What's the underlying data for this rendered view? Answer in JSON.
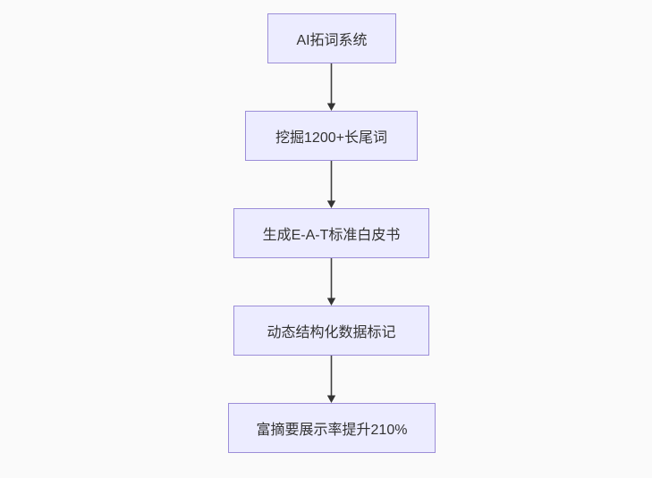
{
  "diagram": {
    "type": "flowchart",
    "direction": "top-down",
    "nodes": [
      {
        "id": "n1",
        "label": "AI拓词系统"
      },
      {
        "id": "n2",
        "label": "挖掘1200+长尾词"
      },
      {
        "id": "n3",
        "label": "生成E-A-T标准白皮书"
      },
      {
        "id": "n4",
        "label": "动态结构化数据标记"
      },
      {
        "id": "n5",
        "label": "富摘要展示率提升210%"
      }
    ],
    "edges": [
      {
        "from": "n1",
        "to": "n2",
        "style": "solid-arrow"
      },
      {
        "from": "n2",
        "to": "n3",
        "style": "solid-arrow"
      },
      {
        "from": "n3",
        "to": "n4",
        "style": "solid-arrow"
      },
      {
        "from": "n4",
        "to": "n5",
        "style": "solid-arrow"
      }
    ],
    "colors": {
      "node_fill": "#ececff",
      "node_border": "#9c8ed8",
      "edge_line": "#3f3f3f",
      "arrowhead": "#333333",
      "text": "#333333",
      "background": "#fafafa"
    }
  }
}
